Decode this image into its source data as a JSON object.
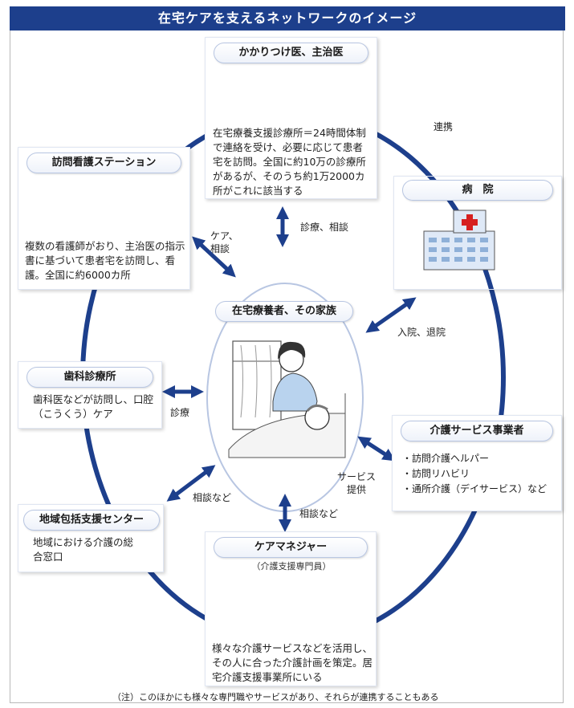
{
  "title": "在宅ケアを支えるネットワークのイメージ",
  "doctor": {
    "title": "かかりつけ医、主治医",
    "body": "在宅療養支援診療所＝24時間体制で連絡を受け、必要に応じて患者宅を訪問。全国に約10万の診療所があるが、そのうち約1万2000カ所がこれに該当する"
  },
  "nursing": {
    "title": "訪問看護ステーション",
    "body": "複数の看護師がおり、主治医の指示書に基づいて患者宅を訪問し、看護。全国に約6000カ所"
  },
  "hospital": {
    "title": "病　院"
  },
  "patient": {
    "title": "在宅療養者、その家族"
  },
  "dental": {
    "title": "歯科診療所",
    "body": "歯科医などが訪問し、口腔（こうくう）ケア"
  },
  "care_service": {
    "title": "介護サービス事業者",
    "items": [
      "・訪問介護ヘルパー",
      "・訪問リハビリ",
      "・通所介護（デイサービス）など"
    ]
  },
  "regional": {
    "title": "地域包括支援センター",
    "body": "地域における介護の総合窓口"
  },
  "care_manager": {
    "title": "ケアマネジャー",
    "subtitle": "（介護支援専門員）",
    "body": "様々な介護サービスなどを活用し、その人に合った介護計画を策定。居宅介護支援事業所にいる"
  },
  "labels": {
    "renkei": "連携",
    "shinryo_sodan": "診療、相談",
    "care_sodan": "ケア、\n相談",
    "nyuin_taiin": "入院、退院",
    "shinryo": "診療",
    "sodan_nado_left": "相談など",
    "sodan_nado_bottom": "相談など",
    "service_teikyo": "サービス\n提供"
  },
  "footnote": "（注）このほかにも様々な専門職やサービスがあり、それらが連携することもある",
  "colors": {
    "navy": "#1d3f8c",
    "ring": "#1d3f8c",
    "card_border": "#e0e6f2",
    "arrow": "#1d3f8c",
    "silhouette": "#b9d3ee",
    "cross_red": "#d62020"
  }
}
